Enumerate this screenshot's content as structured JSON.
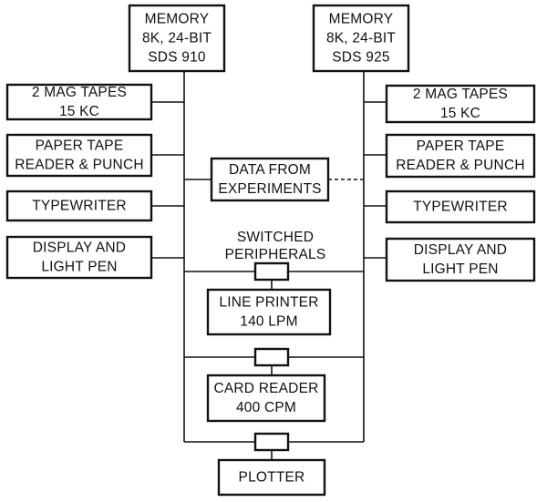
{
  "memory_left": {
    "lines": [
      "MEMORY",
      "8K, 24-BIT",
      "SDS 910"
    ]
  },
  "memory_right": {
    "lines": [
      "MEMORY",
      "8K, 24-BIT",
      "SDS 925"
    ]
  },
  "left_peripherals": [
    {
      "key": "mag-tapes",
      "lines": [
        "2 MAG TAPES",
        "15 KC"
      ]
    },
    {
      "key": "paper-tape",
      "lines": [
        "PAPER TAPE",
        "READER & PUNCH"
      ]
    },
    {
      "key": "typewriter",
      "lines": [
        "TYPEWRITER"
      ]
    },
    {
      "key": "display",
      "lines": [
        "DISPLAY AND",
        "LIGHT PEN"
      ]
    }
  ],
  "right_peripherals": [
    {
      "key": "mag-tapes",
      "lines": [
        "2 MAG TAPES",
        "15 KC"
      ]
    },
    {
      "key": "paper-tape",
      "lines": [
        "PAPER TAPE",
        "READER & PUNCH"
      ]
    },
    {
      "key": "typewriter",
      "lines": [
        "TYPEWRITER"
      ]
    },
    {
      "key": "display",
      "lines": [
        "DISPLAY AND",
        "LIGHT PEN"
      ]
    }
  ],
  "data_from_experiments": {
    "lines": [
      "DATA FROM",
      "EXPERIMENTS"
    ]
  },
  "switched_peripherals": {
    "lines": [
      "SWITCHED",
      "PERIPHERALS"
    ]
  },
  "line_printer": {
    "lines": [
      "LINE PRINTER",
      "140 LPM"
    ]
  },
  "card_reader": {
    "lines": [
      "CARD READER",
      "400 CPM"
    ]
  },
  "plotter": {
    "lines": [
      "PLOTTER"
    ]
  }
}
